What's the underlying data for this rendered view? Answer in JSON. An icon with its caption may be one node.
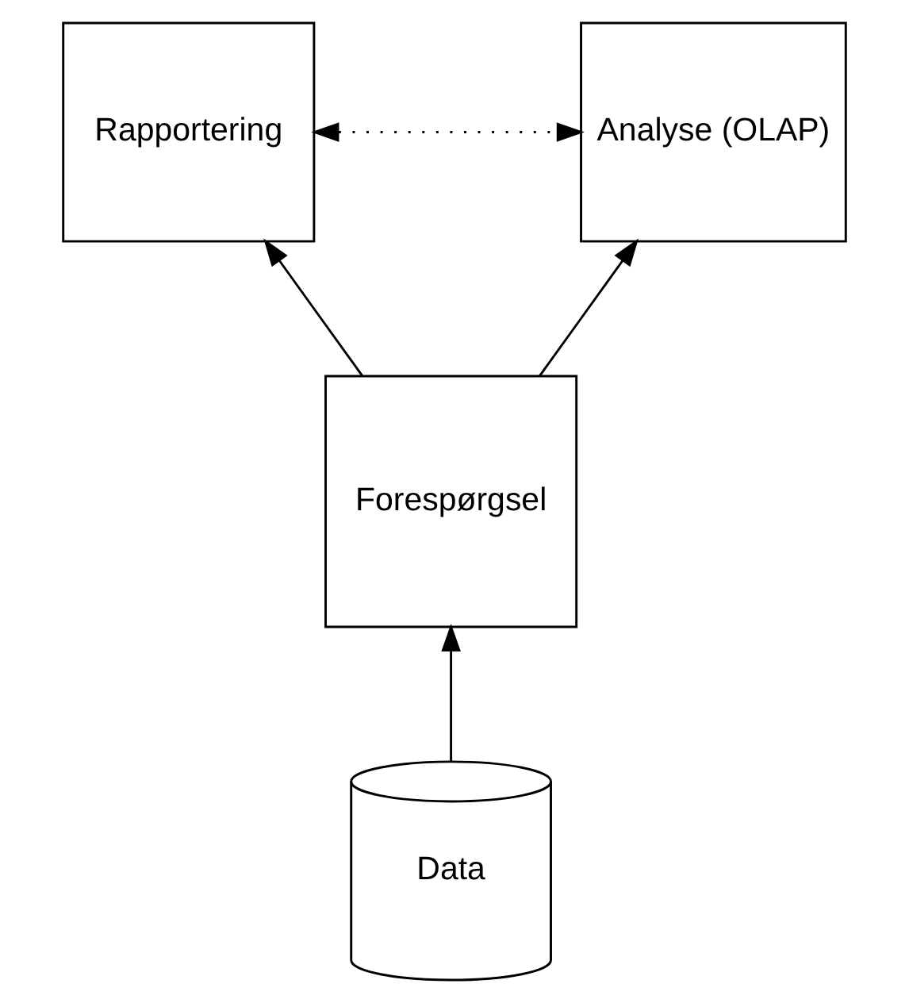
{
  "diagram": {
    "nodes": [
      {
        "text": [
          "Rapportering"
        ]
      },
      {
        "text": [
          "Analyse (OLAP)"
        ]
      },
      {
        "text": [
          "Forespørgsel"
        ]
      },
      {
        "text": [
          "Data"
        ]
      }
    ],
    "edges": [
      {
        "from": 0,
        "to": 1,
        "arrow": "both",
        "style": "dashed"
      },
      {
        "from": 2,
        "to": 0,
        "arrow": "to"
      },
      {
        "from": 2,
        "to": 1,
        "arrow": "to"
      },
      {
        "from": 3,
        "to": 2,
        "arrow": "to"
      }
    ]
  }
}
